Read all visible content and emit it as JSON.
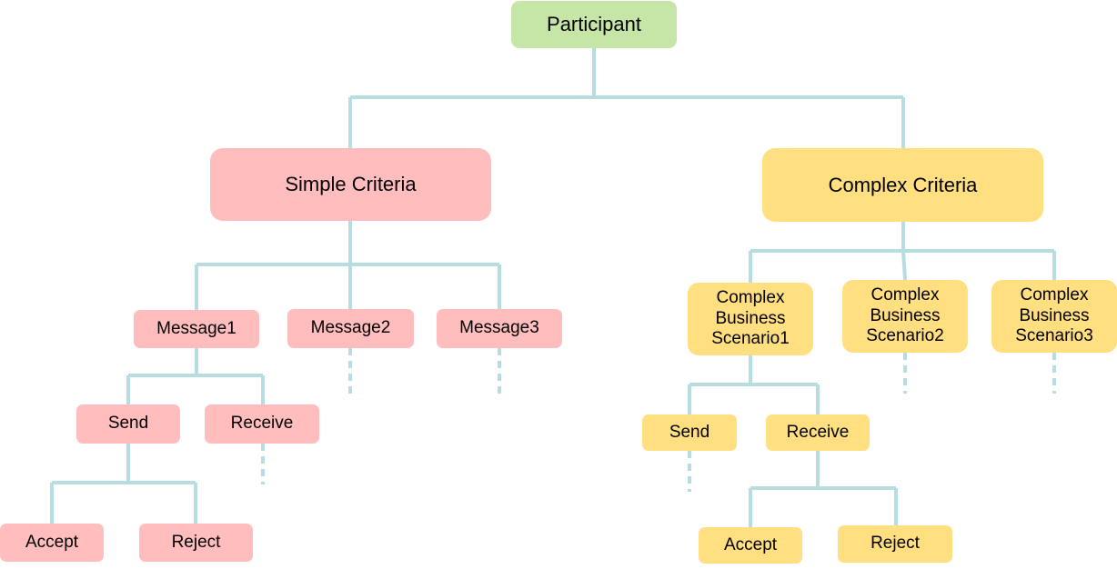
{
  "colors": {
    "line": "#b7dde0",
    "root_fill": "#c6e6a8",
    "simple_fill": "#ffbdbd",
    "complex_fill": "#ffdf80"
  },
  "nodes": {
    "participant": "Participant",
    "simple_criteria": "Simple  Criteria",
    "complex_criteria": "Complex  Criteria",
    "message1": "Message1",
    "message2": "Message2",
    "message3": "Message3",
    "simple_send": "Send",
    "simple_receive": "Receive",
    "simple_accept": "Accept",
    "simple_reject": "Reject",
    "scenario1": "Complex\nBusiness\nScenario1",
    "scenario2": "Complex\nBusiness\nScenario2",
    "scenario3": "Complex\nBusiness\nScenario3",
    "complex_send": "Send",
    "complex_receive": "Receive",
    "complex_accept": "Accept",
    "complex_reject": "Reject"
  }
}
